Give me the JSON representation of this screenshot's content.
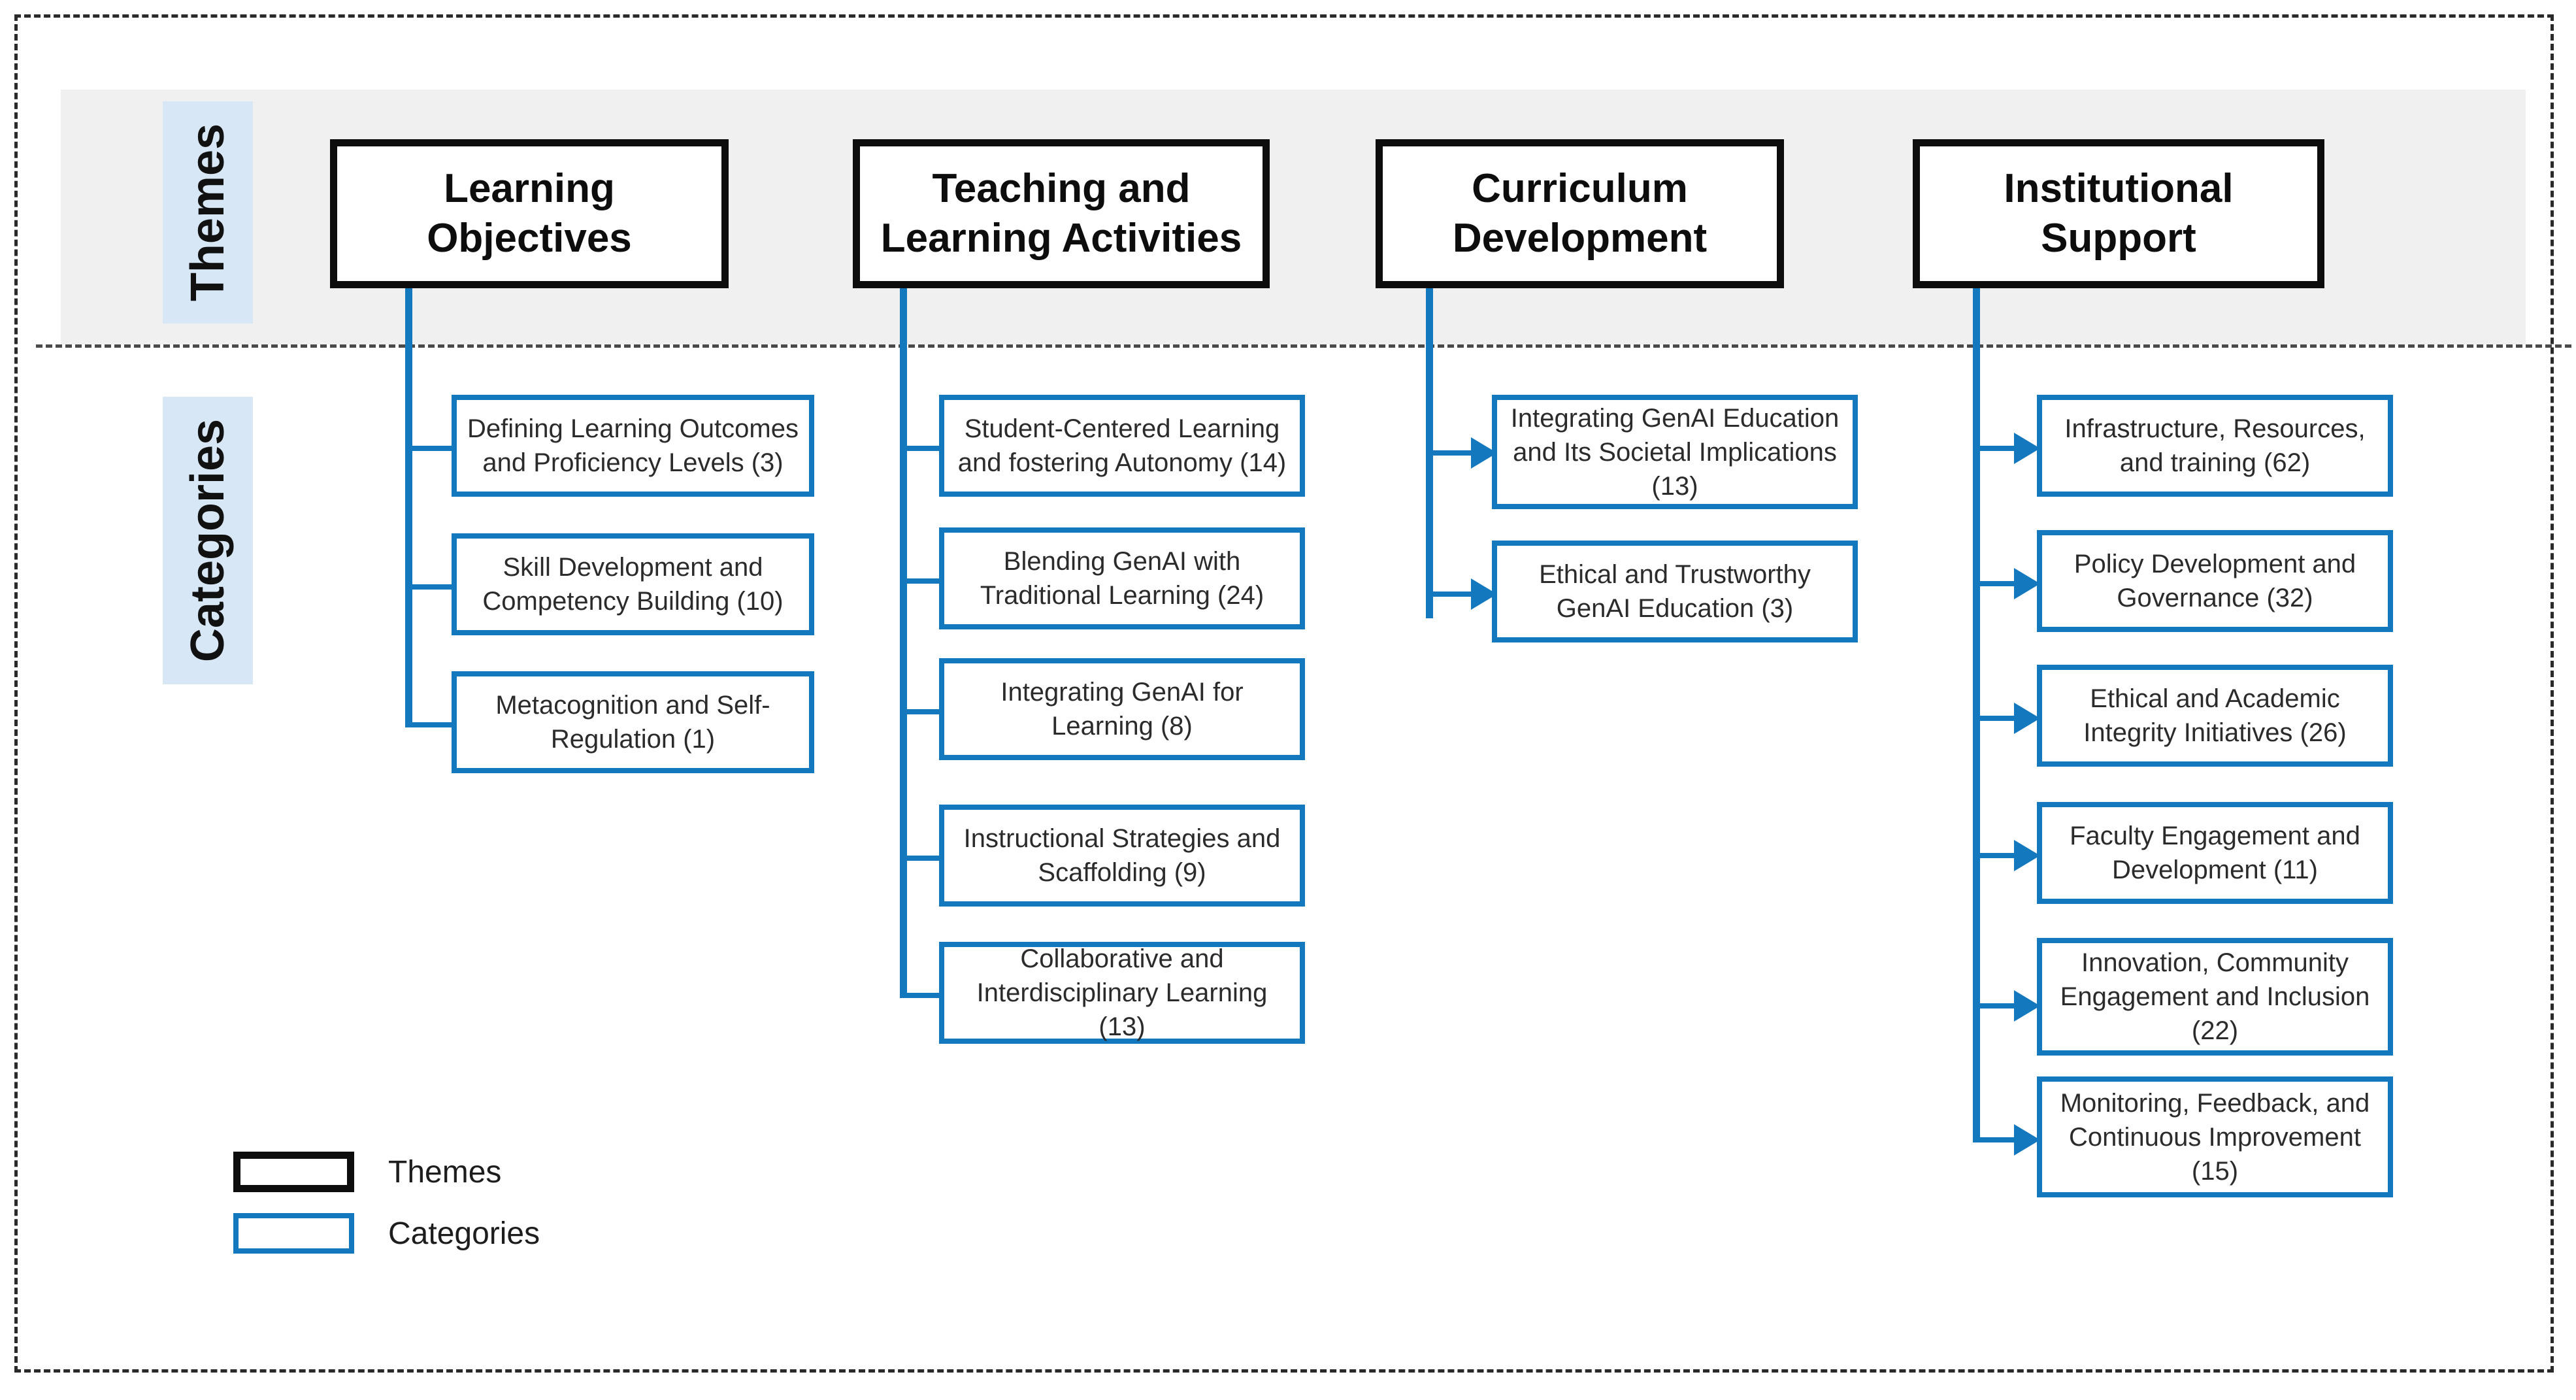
{
  "row_labels": {
    "themes": "Themes",
    "categories": "Categories"
  },
  "legend": {
    "items": [
      {
        "label": "Themes",
        "swatch_color": "#0d0d0d",
        "style": "black-outline-box"
      },
      {
        "label": "Categories",
        "swatch_color": "#1378BE",
        "style": "blue-outline-box"
      }
    ]
  },
  "colors": {
    "theme_border": "#0d0d0d",
    "category_border": "#1378BE",
    "connector": "#1378BE",
    "band_background": "#f0f0f0",
    "row_label_background": "#d7e7f5",
    "frame_border": "#2a2a2a"
  },
  "chart_data": {
    "type": "diagram",
    "title": "Themes and Categories hierarchy",
    "columns": [
      {
        "theme": "Learning Objectives",
        "theme_line1": "Learning",
        "theme_line2": "Objectives",
        "categories": [
          {
            "label": "Defining Learning Outcomes and Proficiency Levels (3)",
            "count": 3
          },
          {
            "label": "Skill Development and Competency Building (10)",
            "count": 10
          },
          {
            "label": "Metacognition and Self-Regulation (1)",
            "count": 1
          }
        ]
      },
      {
        "theme": "Teaching and Learning Activities",
        "theme_line1": "Teaching and",
        "theme_line2": "Learning Activities",
        "categories": [
          {
            "label": "Student-Centered Learning and fostering Autonomy (14)",
            "count": 14
          },
          {
            "label": "Blending GenAI with Traditional Learning (24)",
            "count": 24
          },
          {
            "label": "Integrating GenAI for Learning (8)",
            "count": 8
          },
          {
            "label": "Instructional Strategies and Scaffolding (9)",
            "count": 9
          },
          {
            "label": "Collaborative and Interdisciplinary Learning (13)",
            "count": 13
          }
        ]
      },
      {
        "theme": "Curriculum Development",
        "theme_line1": "Curriculum",
        "theme_line2": "Development",
        "categories": [
          {
            "label": "Integrating GenAI Education and Its Societal Implications (13)",
            "count": 13
          },
          {
            "label": "Ethical and Trustworthy GenAI Education (3)",
            "count": 3
          }
        ]
      },
      {
        "theme": "Institutional Support",
        "theme_line1": "Institutional",
        "theme_line2": "Support",
        "categories": [
          {
            "label": "Infrastructure, Resources, and training (62)",
            "count": 62
          },
          {
            "label": "Policy Development and Governance (32)",
            "count": 32
          },
          {
            "label": "Ethical and Academic Integrity Initiatives (26)",
            "count": 26
          },
          {
            "label": "Faculty Engagement and Development (11)",
            "count": 11
          },
          {
            "label": "Innovation, Community Engagement and Inclusion (22)",
            "count": 22
          },
          {
            "label": "Monitoring, Feedback, and Continuous Improvement (15)",
            "count": 15
          }
        ]
      }
    ]
  }
}
